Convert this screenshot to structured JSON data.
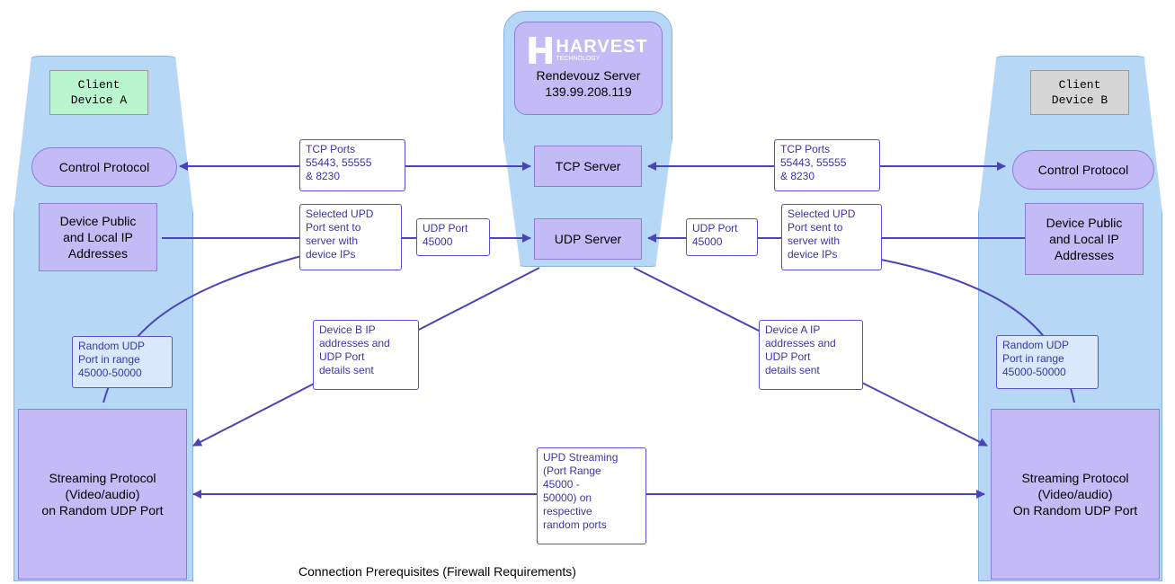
{
  "server": {
    "logo_text": "HARVEST",
    "logo_subtext": "TECHNOLOGY",
    "name": "Rendevouz Server",
    "ip": "139.99.208.119",
    "tcp_server": "TCP Server",
    "udp_server": "UDP Server"
  },
  "client_a": {
    "title": "Client\nDevice A",
    "control_protocol": "Control Protocol",
    "ip_addresses": "Device Public\nand Local IP\nAddresses",
    "random_port": "Random UDP\nPort in range\n45000-50000",
    "streaming": "Streaming Protocol\n(Video/audio)\non Random UDP Port"
  },
  "client_b": {
    "title": "Client\nDevice B",
    "control_protocol": "Control Protocol",
    "ip_addresses": "Device Public\nand Local IP\nAddresses",
    "random_port": "Random UDP\nPort in range\n45000-50000",
    "streaming": "Streaming Protocol\n(Video/audio)\nOn Random UDP Port"
  },
  "labels": {
    "tcp_ports_left": "TCP Ports\n55443, 55555\n& 8230",
    "tcp_ports_right": "TCP Ports\n55443, 55555\n& 8230",
    "selected_udp_left": "Selected UPD\nPort sent to\nserver with\ndevice IPs",
    "selected_udp_right": "Selected UPD\nPort sent to\nserver with\ndevice IPs",
    "udp_port_left": "UDP Port\n45000",
    "udp_port_right": "UDP Port\n45000",
    "device_b_details": "Device B IP\naddresses and\nUDP Port\ndetails sent",
    "device_a_details": "Device A IP\naddresses and\nUDP Port\ndetails sent",
    "streaming_range": "UPD Streaming\n(Port Range\n45000 -\n50000) on\nrespective\nrandom ports"
  },
  "caption": "Connection Prerequisites (Firewall Requirements)",
  "colors": {
    "column_fill": "#b7d7f6",
    "box_fill": "#c3baf6",
    "arrow": "#4a44b8",
    "client_a_fill": "#b9f5cf",
    "client_b_fill": "#d6d6d6"
  }
}
